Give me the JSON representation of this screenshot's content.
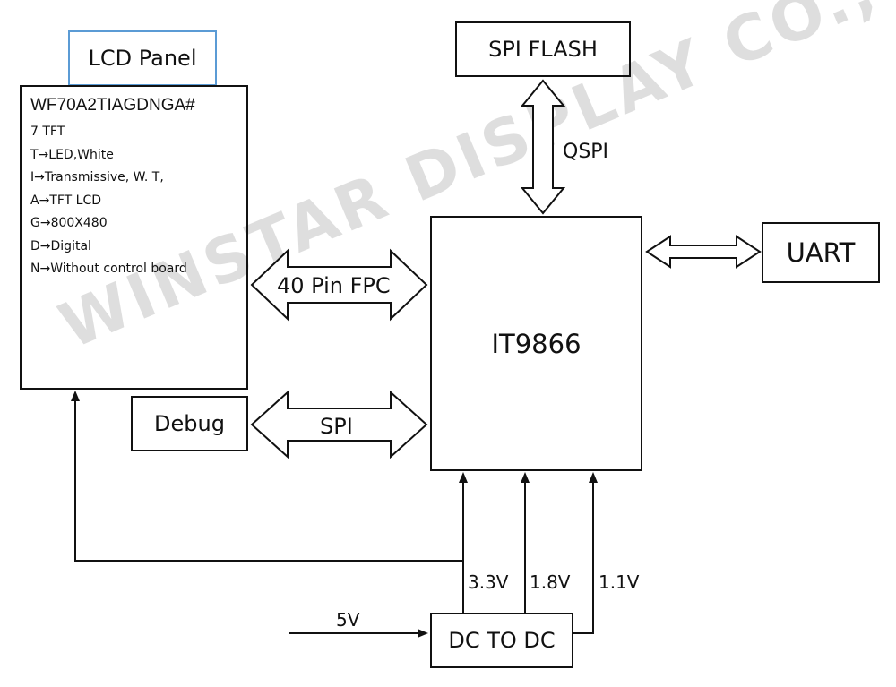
{
  "watermark": "WINSTAR DISPLAY CO., LTD.",
  "lcd": {
    "tab_label": "LCD Panel",
    "model": "WF70A2TIAGDNGA#",
    "specs": [
      "7 TFT",
      "T→LED,White",
      "I→Transmissive, W. T,",
      "A→TFT LCD",
      "G→800X480",
      "D→Digital",
      "N→Without control board"
    ]
  },
  "blocks": {
    "spi_flash": "SPI FLASH",
    "uart": "UART",
    "controller": "IT9866",
    "debug": "Debug",
    "dc_to_dc": "DC TO DC"
  },
  "links": {
    "qspi": "QSPI",
    "fpc": "40 Pin FPC",
    "spi": "SPI",
    "input_5v": "5V",
    "v33": "3.3V",
    "v18": "1.8V",
    "v11": "1.1V"
  }
}
